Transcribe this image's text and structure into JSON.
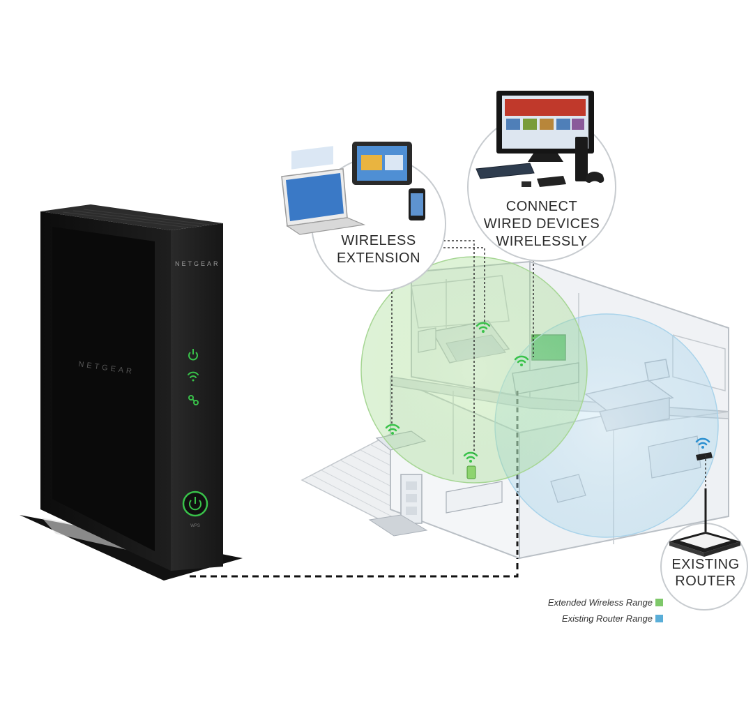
{
  "product": {
    "brand": "NETGEAR",
    "button_caption": "WPS"
  },
  "callouts": {
    "wireless_extension": [
      "WIRELESS",
      "EXTENSION"
    ],
    "connect_wired": [
      "CONNECT",
      "WIRED DEVICES",
      "WIRELESSLY"
    ],
    "existing_router": [
      "EXISTING",
      "ROUTER"
    ]
  },
  "legend": {
    "extended": "Extended Wireless Range",
    "existing": "Existing Router Range"
  },
  "colors": {
    "extended_range": "#7ec86a",
    "existing_range": "#5aaed8",
    "device_body": "#1b1b1b",
    "led_green": "#39c24a"
  },
  "icons": [
    "wifi-signal-icon",
    "power-icon",
    "wps-button-icon"
  ]
}
